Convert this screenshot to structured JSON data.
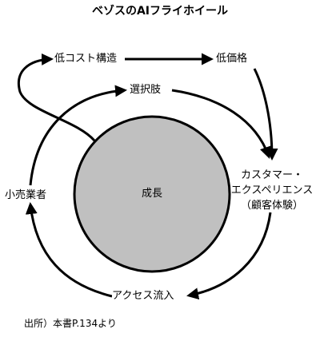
{
  "title": "ベゾスのAIフライホイール",
  "nodes": {
    "low_cost_structure": "低コスト構造",
    "low_price": "低価格",
    "selection": "選択肢",
    "customer_experience_line1": "カスタマー・",
    "customer_experience_line2": "エクスペリエンス",
    "customer_experience_line3": "（顧客体験）",
    "sellers": "小売業者",
    "traffic": "アクセス流入",
    "growth": "成長"
  },
  "source": "出所）本書P.134より",
  "colors": {
    "growth_circle_fill": "#c0c0c0",
    "stroke": "#000000"
  }
}
